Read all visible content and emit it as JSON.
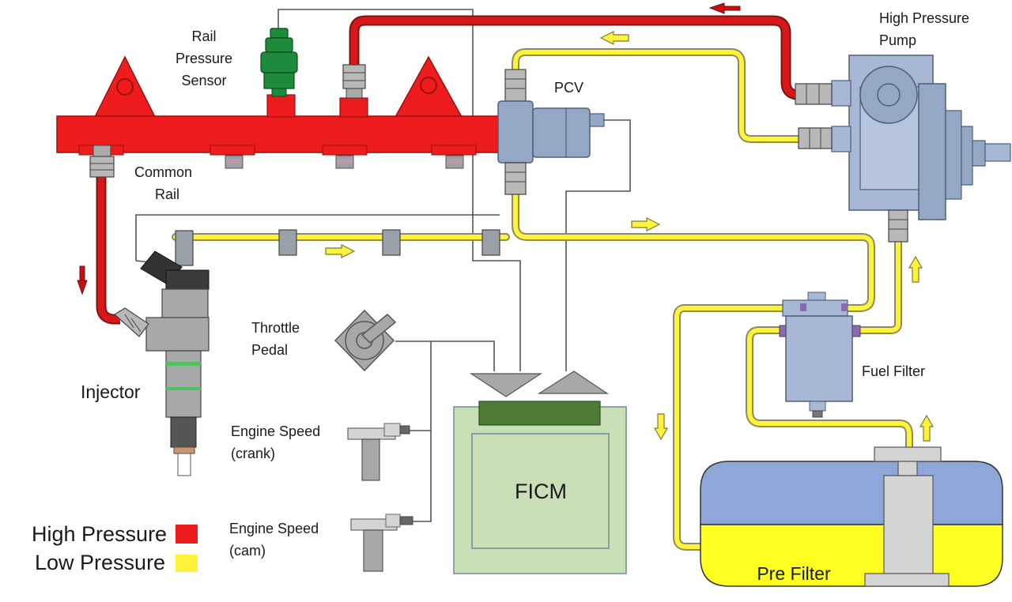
{
  "colors": {
    "high_pressure": "#ee1c1c",
    "high_pressure_dark": "#8b0000",
    "low_pressure": "#fff23a",
    "low_pressure_edge": "#a0a050",
    "component_blue": "#94a7c4",
    "component_edge": "#4d5f7a",
    "ficm_green": "#c9e0b7",
    "ficm_dark": "#4c7c36",
    "tank_blue": "#8fa6d8",
    "tank_yellow": "#ffff22",
    "sensor_green": "#1d8a3c",
    "wire": "#555555"
  },
  "labels": {
    "rail_pressure_sensor": [
      "Rail",
      "Pressure",
      "Sensor"
    ],
    "high_pressure_pump": [
      "High Pressure",
      "Pump"
    ],
    "pcv": "PCV",
    "common_rail": [
      "Common",
      "Rail"
    ],
    "injector": "Injector",
    "throttle_pedal": [
      "Throttle",
      "Pedal"
    ],
    "engine_speed_crank": [
      "Engine Speed",
      "(crank)"
    ],
    "engine_speed_cam": [
      "Engine Speed",
      "(cam)"
    ],
    "fuel_filter": "Fuel Filter",
    "ficm": "FICM",
    "pre_filter": "Pre Filter"
  },
  "legend": {
    "items": [
      {
        "label": "High Pressure",
        "color": "#ee1c1c"
      },
      {
        "label": "Low Pressure",
        "color": "#fff23a"
      }
    ]
  },
  "icons": [
    "flow-arrow-icon",
    "pressure-sensor-icon",
    "throttle-pedal-icon",
    "speed-sensor-icon"
  ]
}
